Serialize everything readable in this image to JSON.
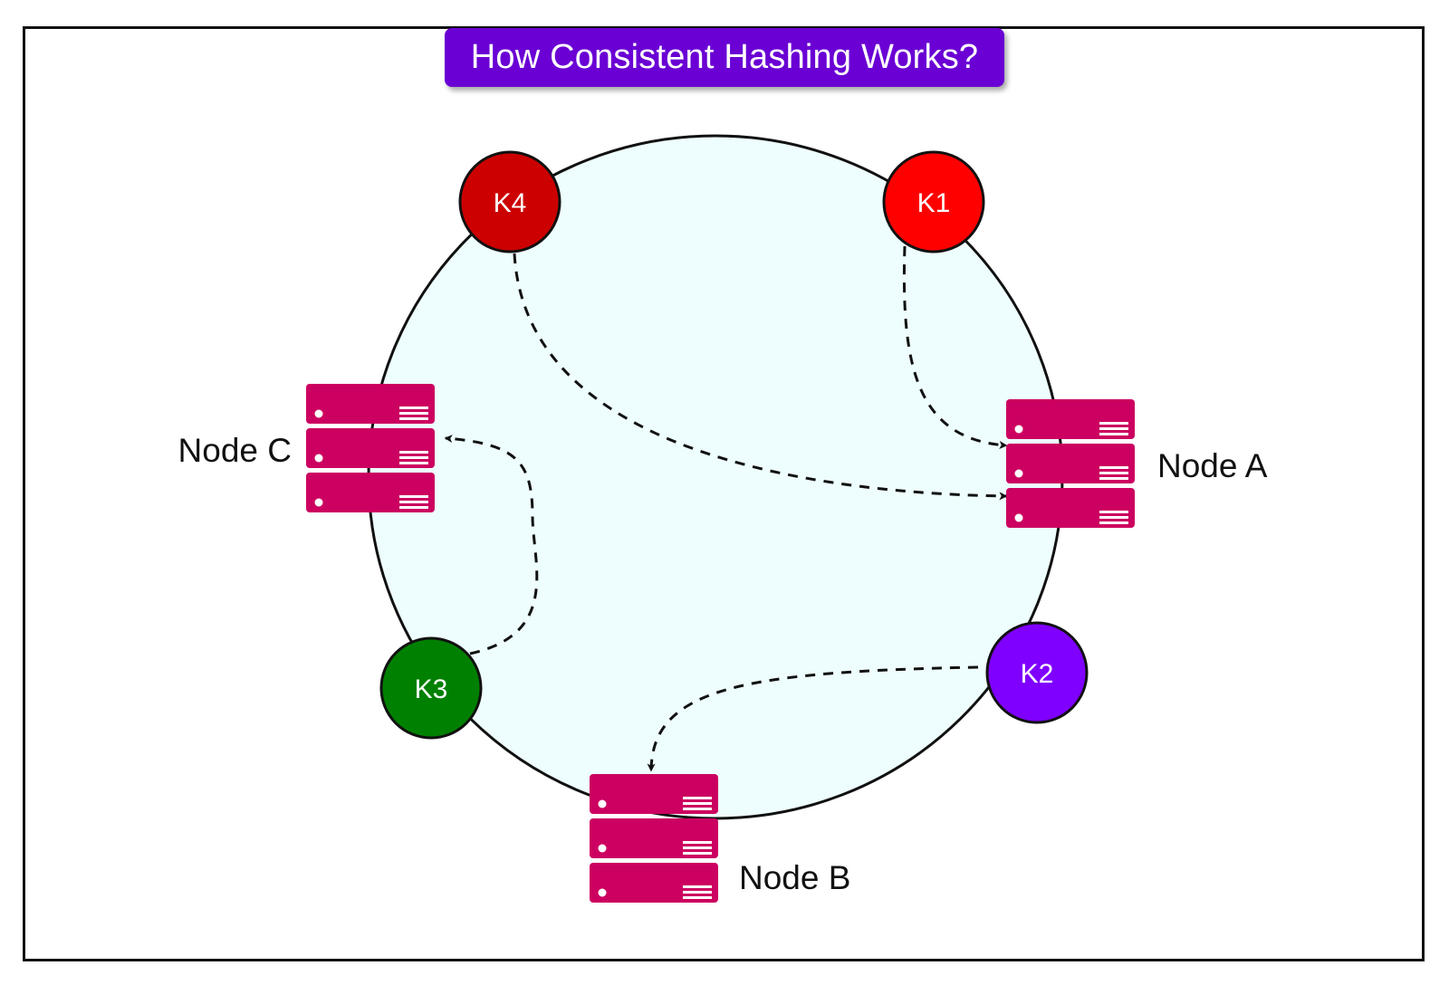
{
  "title": "How Consistent Hashing Works?",
  "colors": {
    "title_bg": "#6a00d4",
    "ring_fill": "#eefdfd",
    "server": "#cc0060",
    "k1": "#ff0000",
    "k2": "#7f00ff",
    "k3": "#008000",
    "k4": "#cc0000"
  },
  "keys": [
    {
      "id": "k1",
      "label": "K1"
    },
    {
      "id": "k2",
      "label": "K2"
    },
    {
      "id": "k3",
      "label": "K3"
    },
    {
      "id": "k4",
      "label": "K4"
    }
  ],
  "nodes": [
    {
      "id": "node-a",
      "label": "Node A",
      "icon": "server-stack-icon"
    },
    {
      "id": "node-b",
      "label": "Node B",
      "icon": "server-stack-icon"
    },
    {
      "id": "node-c",
      "label": "Node C",
      "icon": "server-stack-icon"
    }
  ],
  "mappings": [
    {
      "from": "K1",
      "to": "Node A"
    },
    {
      "from": "K4",
      "to": "Node A"
    },
    {
      "from": "K2",
      "to": "Node B"
    },
    {
      "from": "K3",
      "to": "Node C"
    }
  ]
}
